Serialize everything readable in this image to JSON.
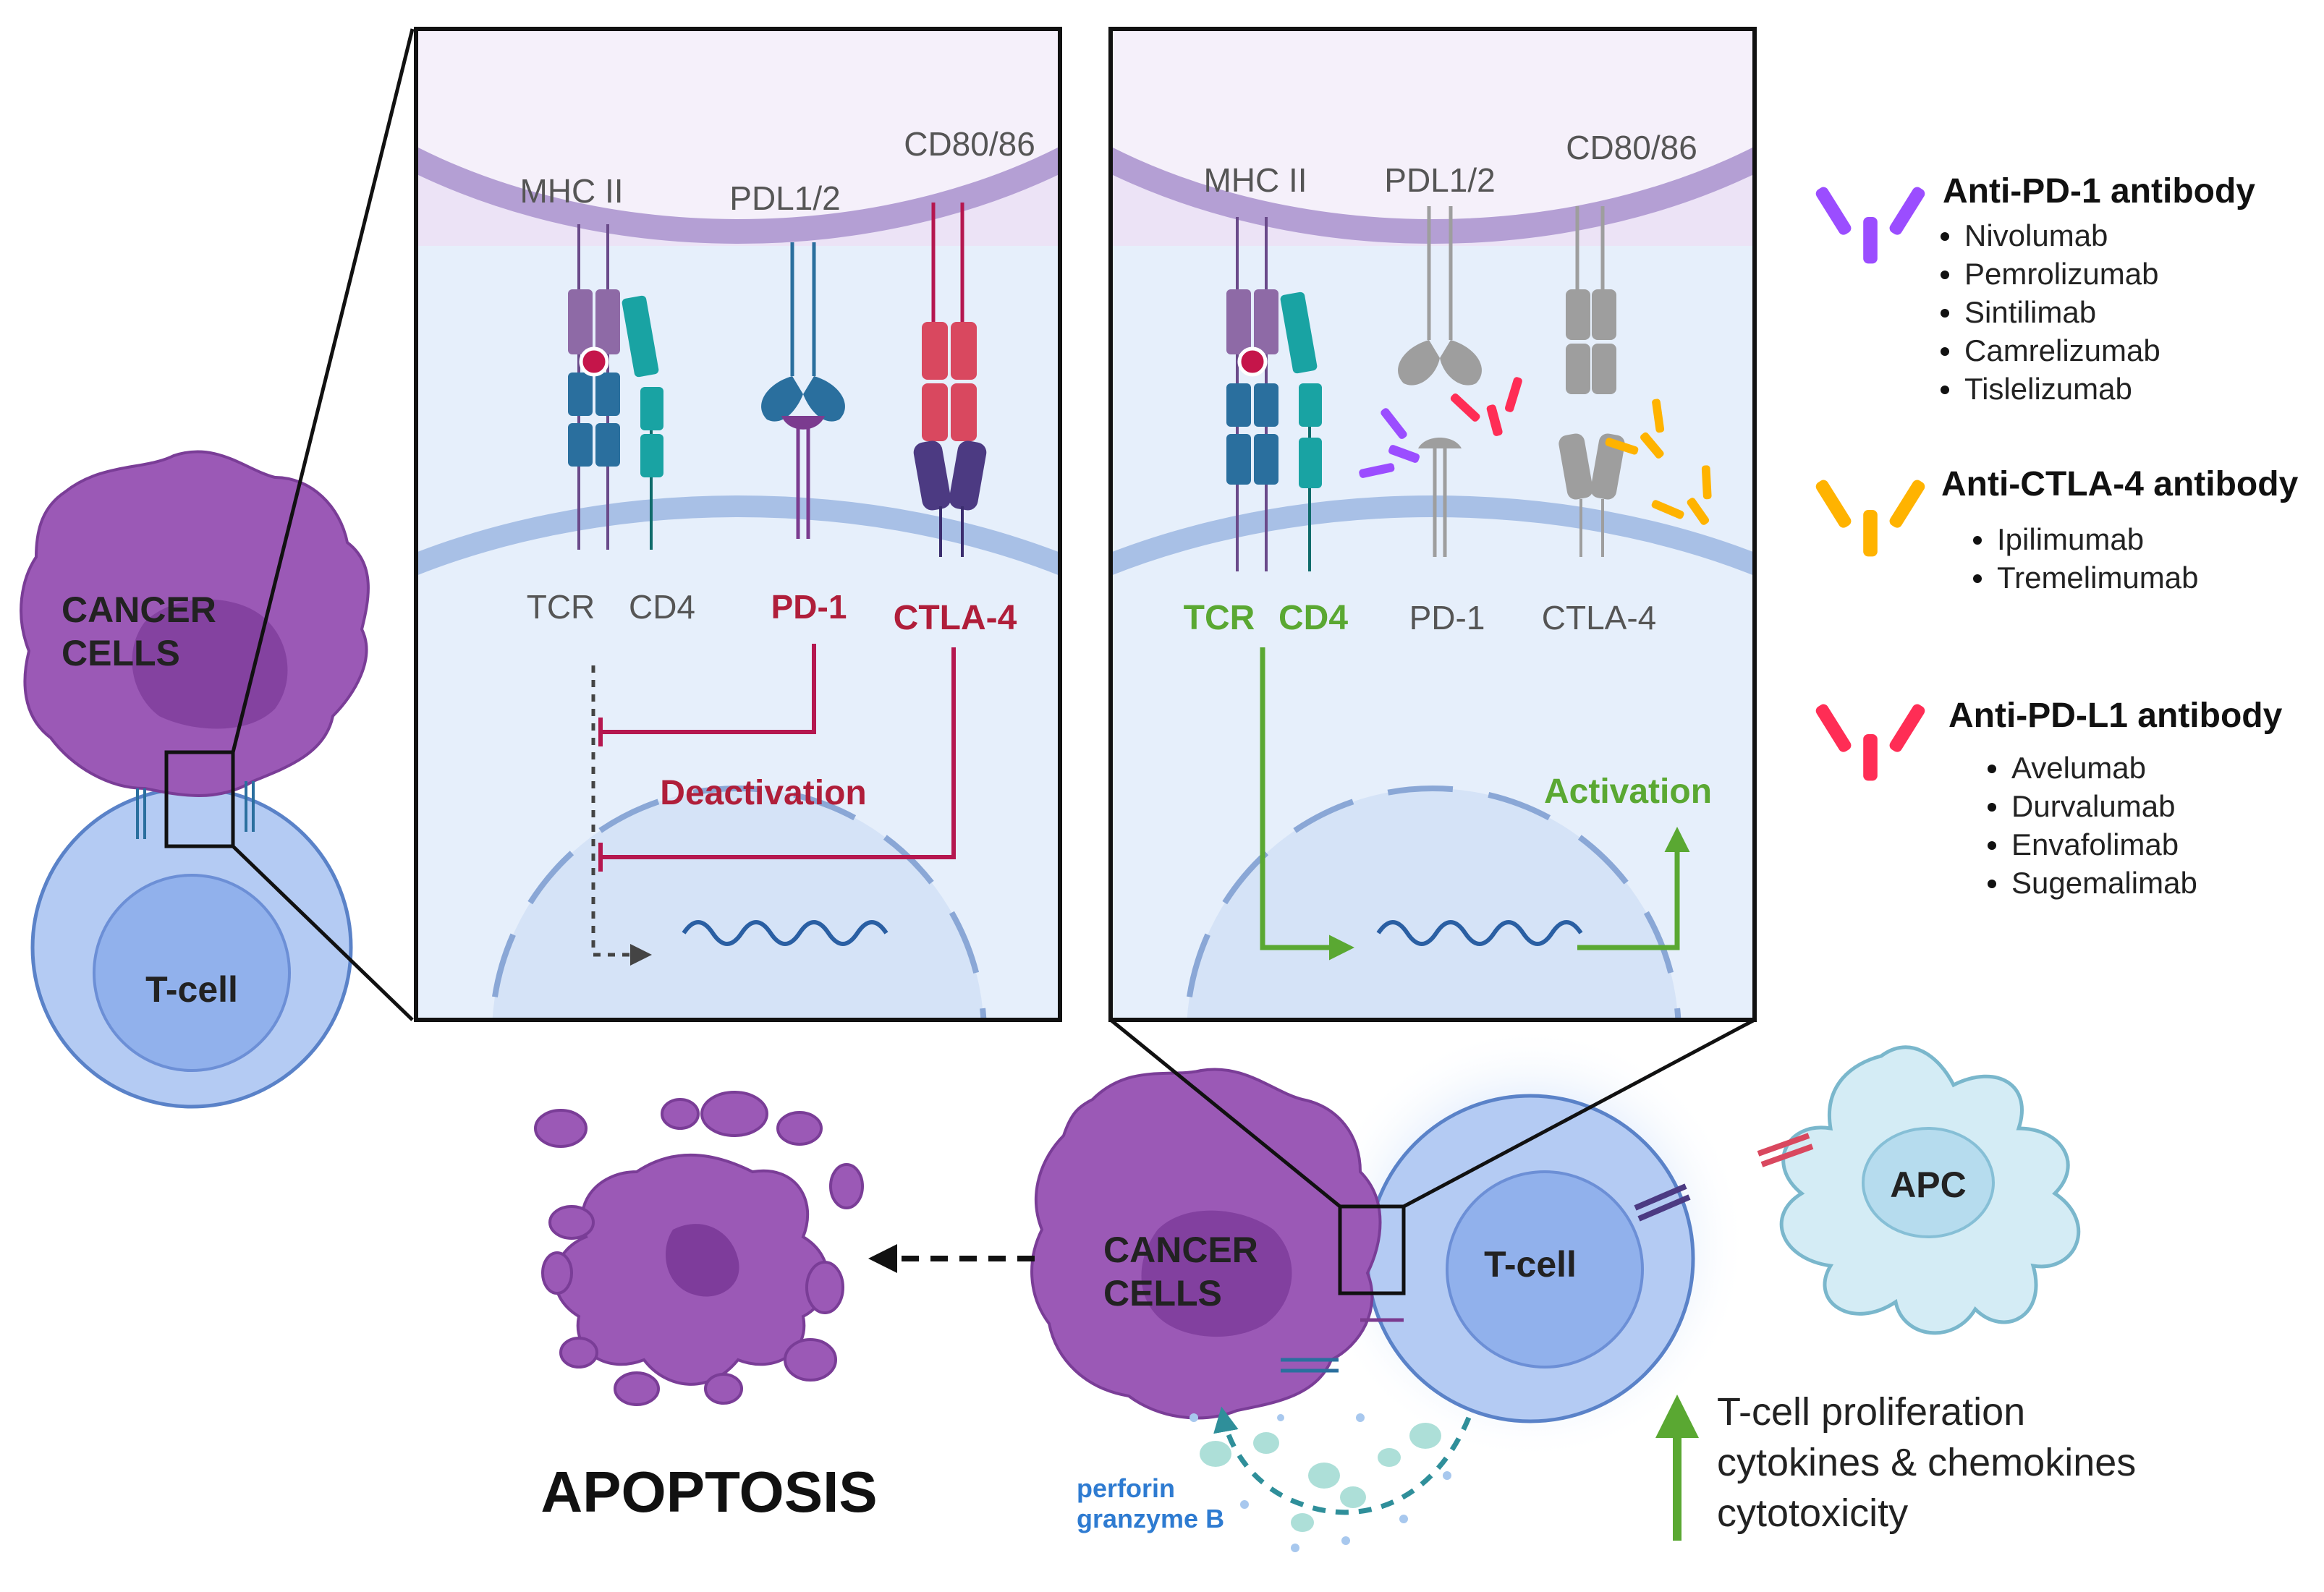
{
  "panels": {
    "deactivation": {
      "top_labels": [
        "MHC II",
        "PDL1/2",
        "CD80/86"
      ],
      "bottom_labels": [
        "TCR",
        "CD4",
        "PD-1",
        "CTLA-4"
      ],
      "state": "Deactivation"
    },
    "activation": {
      "top_labels": [
        "MHC II",
        "PDL1/2",
        "CD80/86"
      ],
      "bottom_labels": [
        "TCR",
        "CD4",
        "PD-1",
        "CTLA-4"
      ],
      "state": "Activation"
    }
  },
  "cells": {
    "cancer_left": "CANCER\nCELLS",
    "tcell_left": "T-cell",
    "cancer_bottom": "CANCER\nCELLS",
    "tcell_bottom": "T-cell",
    "apc": "APC",
    "apoptosis": "APOPTOSIS",
    "perforin": "perforin",
    "granzyme": "granzyme B"
  },
  "outcomes": [
    "T-cell proliferation",
    "cytokines & chemokines",
    "cytotoxicity"
  ],
  "legend": [
    {
      "title": "Anti-PD-1 antibody",
      "color": "#9b4dff",
      "icon": "antibody-icon",
      "items": [
        "Nivolumab",
        "Pemrolizumab",
        "Sintilimab",
        "Camrelizumab",
        "Tislelizumab"
      ]
    },
    {
      "title": "Anti-CTLA-4 antibody",
      "color": "#ffb300",
      "icon": "antibody-icon",
      "items": [
        "Ipilimumab",
        "Tremelimumab"
      ]
    },
    {
      "title": "Anti-PD-L1 antibody",
      "color": "#ff2d55",
      "icon": "antibody-icon",
      "items": [
        "Avelumab",
        "Durvalumab",
        "Envafolimab",
        "Sugemalimab"
      ]
    }
  ],
  "colors": {
    "cancer": "#9b59b6",
    "tcell": "#a9c4f0",
    "deactivation": "#b5174f",
    "activation": "#5aa832",
    "apc": "#d4ecf5"
  }
}
